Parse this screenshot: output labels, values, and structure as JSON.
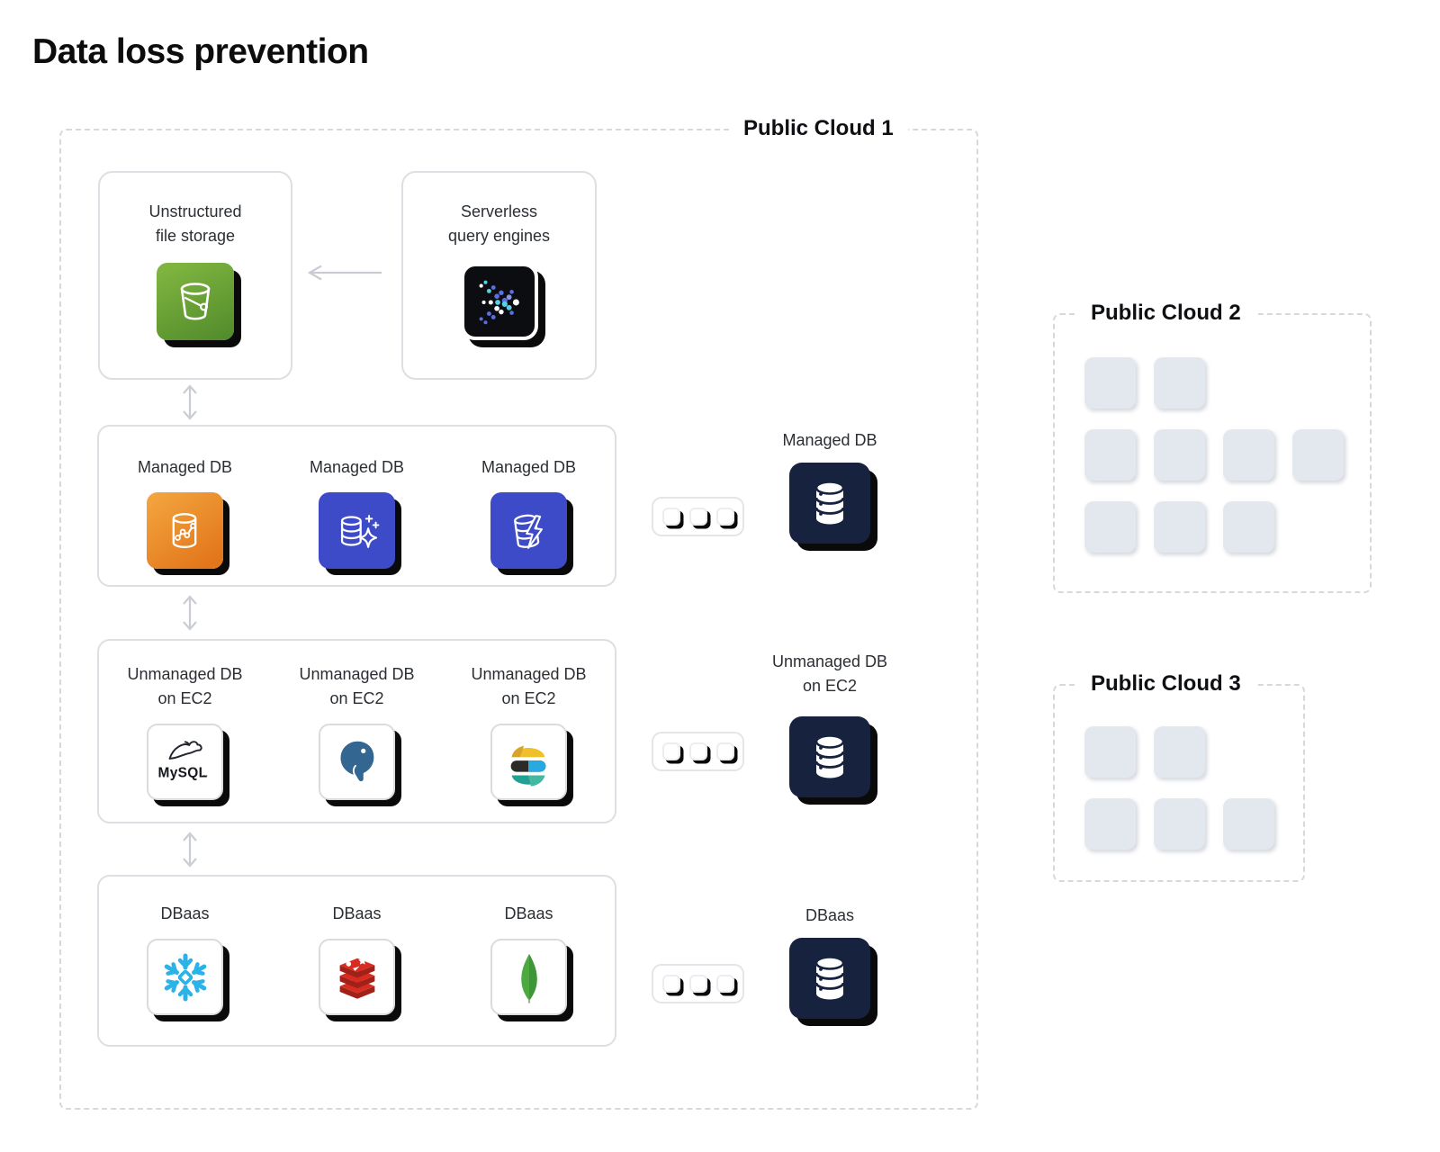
{
  "title": "Data loss prevention",
  "clouds": {
    "cloud1": {
      "label": "Public Cloud 1"
    },
    "cloud2": {
      "label": "Public Cloud 2",
      "square_rows": [
        2,
        4,
        3
      ]
    },
    "cloud3": {
      "label": "Public Cloud 3",
      "square_rows": [
        2,
        3
      ]
    }
  },
  "storage": {
    "line1": "Unstructured",
    "line2": "file storage",
    "icon": "s3-bucket-icon"
  },
  "serverless": {
    "line1": "Serverless",
    "line2": "query engines",
    "icon": "serverless-query-dots-icon"
  },
  "managed_row": {
    "items": [
      {
        "label": "Managed DB",
        "icon": "db-chart-icon"
      },
      {
        "label": "Managed DB",
        "icon": "db-sparkle-icon"
      },
      {
        "label": "Managed DB",
        "icon": "db-lightning-icon"
      }
    ]
  },
  "unmanaged_row": {
    "items": [
      {
        "line1": "Unmanaged DB",
        "line2": "on EC2",
        "icon": "mysql-icon"
      },
      {
        "line1": "Unmanaged DB",
        "line2": "on EC2",
        "icon": "postgresql-icon"
      },
      {
        "line1": "Unmanaged DB",
        "line2": "on EC2",
        "icon": "elasticsearch-icon"
      }
    ]
  },
  "dbaas_row": {
    "items": [
      {
        "label": "DBaas",
        "icon": "snowflake-icon"
      },
      {
        "label": "DBaas",
        "icon": "redis-icon"
      },
      {
        "label": "DBaas",
        "icon": "mongodb-icon"
      }
    ]
  },
  "aggregates": {
    "managed": {
      "label": "Managed DB",
      "icon": "database-stack-icon"
    },
    "unmanaged": {
      "line1": "Unmanaged DB",
      "line2": "on EC2",
      "icon": "database-stack-icon"
    },
    "dbaas": {
      "label": "DBaas",
      "icon": "database-stack-icon"
    }
  },
  "colors": {
    "navy": "#16223e",
    "indigo": "#3e4bc8",
    "orange": "#e8831f",
    "s3_green": "#6aa83c",
    "snowflake_blue": "#2bb3e8",
    "redis_red": "#d82c20",
    "redis_dark": "#a02117",
    "mongo_green": "#4caa41",
    "elastic_yellow": "#f0c02a",
    "elastic_teal": "#21a191",
    "elastic_blue": "#28a9e0",
    "postgres_blue": "#336791",
    "arrow_gray": "#c9cdd3",
    "placeholder_gray": "#e3e7ee"
  }
}
